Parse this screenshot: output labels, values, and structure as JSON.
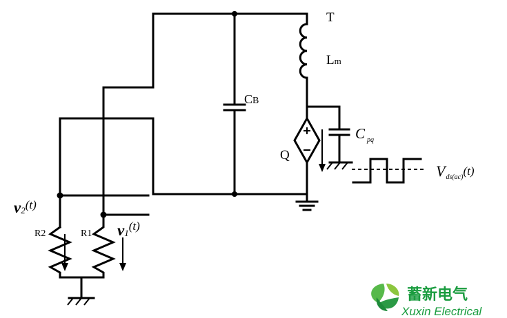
{
  "labels": {
    "transformer": "T",
    "lm_main": "L",
    "lm_sub": "m",
    "cb_main": "C",
    "cb_sub": "B",
    "cpq_main": "C",
    "cpq_sub": "pq",
    "switch": "Q",
    "plus": "+",
    "minus": "-",
    "vds_main": "V",
    "vds_sub": "ds(ac)",
    "vds_arg": "(t)",
    "v2_main": "v",
    "v2_sub": "2",
    "v2_arg": "(t)",
    "v1_main": "v",
    "v1_sub": "1",
    "v1_arg": "(t)",
    "r1": "R1",
    "r2": "R2"
  },
  "brand": {
    "name_cn": "蓄新电气",
    "name_en": "Xuxin Electrical",
    "color": "#1a9c3f"
  }
}
